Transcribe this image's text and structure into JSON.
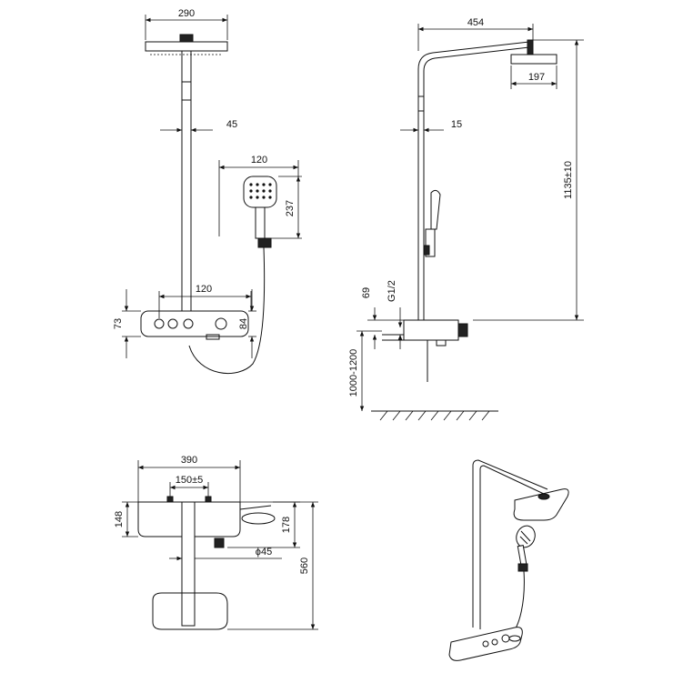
{
  "front_view": {
    "head_width": "290",
    "pipe_offset": "45",
    "handshower_width": "120",
    "handshower_height": "237",
    "valve_spacing": "120",
    "panel_height": "73",
    "panel_depth": "84"
  },
  "side_view": {
    "arm_length": "454",
    "head_diameter": "197",
    "pipe_offset": "15",
    "total_height": "1135±10",
    "inlet_height": "69",
    "thread": "G1/2",
    "install_height": "1000-1200"
  },
  "top_view": {
    "width": "390",
    "inlet_spacing": "150±5",
    "panel_depth": "148",
    "shelf_depth": "178",
    "pipe_diameter": "ϕ45",
    "total_depth": "560"
  }
}
